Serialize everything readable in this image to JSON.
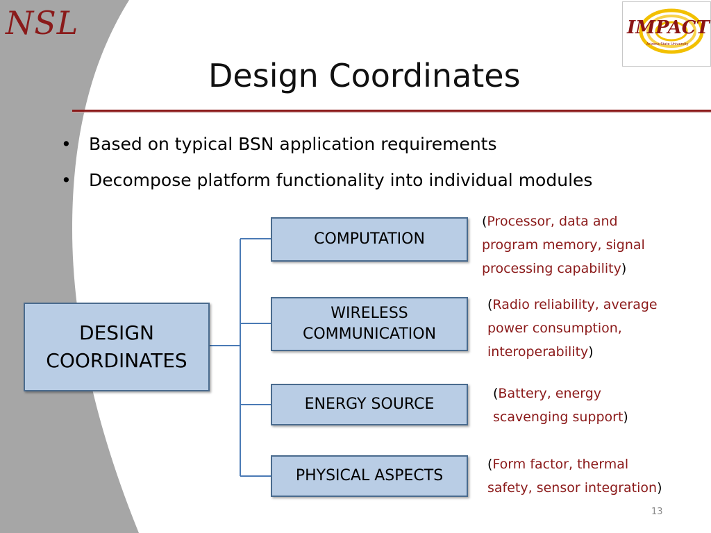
{
  "logo": {
    "left_text": "NSL",
    "right_text": "IMPACT",
    "right_subtext": "Arizona State University"
  },
  "title": "Design Coordinates",
  "bullets": [
    "Based on typical BSN application requirements",
    "Decompose platform functionality into individual modules"
  ],
  "diagram": {
    "root": {
      "line1": "DESIGN",
      "line2": "COORDINATES"
    },
    "children": [
      {
        "label_line1": "COMPUTATION",
        "label_line2": "",
        "note": "Processor, data and\nprogram memory, signal\nprocessing capability"
      },
      {
        "label_line1": "WIRELESS",
        "label_line2": "COMMUNICATION",
        "note": "Radio reliability, average\npower consumption,\ninteroperability"
      },
      {
        "label_line1": "ENERGY SOURCE",
        "label_line2": "",
        "note": "Battery, energy\nscavenging support"
      },
      {
        "label_line1": "PHYSICAL ASPECTS",
        "label_line2": "",
        "note": "Form factor, thermal\nsafety, sensor integration"
      }
    ]
  },
  "slide_number": "13",
  "colors": {
    "accent": "#8b1a1a",
    "box_fill": "#b9cde5",
    "box_border": "#4a6b8e",
    "background_arc": "#a6a6a6"
  }
}
